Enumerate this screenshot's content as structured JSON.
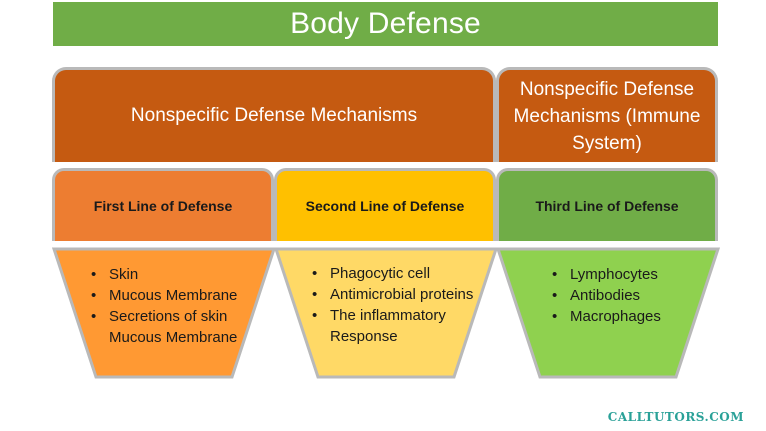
{
  "title": "Body Defense",
  "headers": {
    "left": "Nonspecific Defense Mechanisms",
    "right": "Nonspecific Defense Mechanisms (Immune System)"
  },
  "lines": [
    {
      "label": "First Line of Defense",
      "color": "#ed7d31",
      "funnel_color": "#ff9933",
      "items": [
        "Skin",
        "Mucous Membrane",
        "Secretions of skin Mucous Membrane"
      ]
    },
    {
      "label": "Second Line of Defense",
      "color": "#ffc000",
      "funnel_color": "#ffd966",
      "items": [
        "Phagocytic cell",
        "Antimicrobial proteins",
        "The inflammatory Response"
      ]
    },
    {
      "label": "Third Line of Defense",
      "color": "#70ad47",
      "funnel_color": "#8fd14f",
      "items": [
        "Lymphocytes",
        "Antibodies",
        "Macrophages"
      ]
    }
  ],
  "colors": {
    "title_bg": "#70ad47",
    "header_bg": "#c55a11",
    "border": "#b9b9b9"
  },
  "watermark": "CALLTUTORS.COM"
}
